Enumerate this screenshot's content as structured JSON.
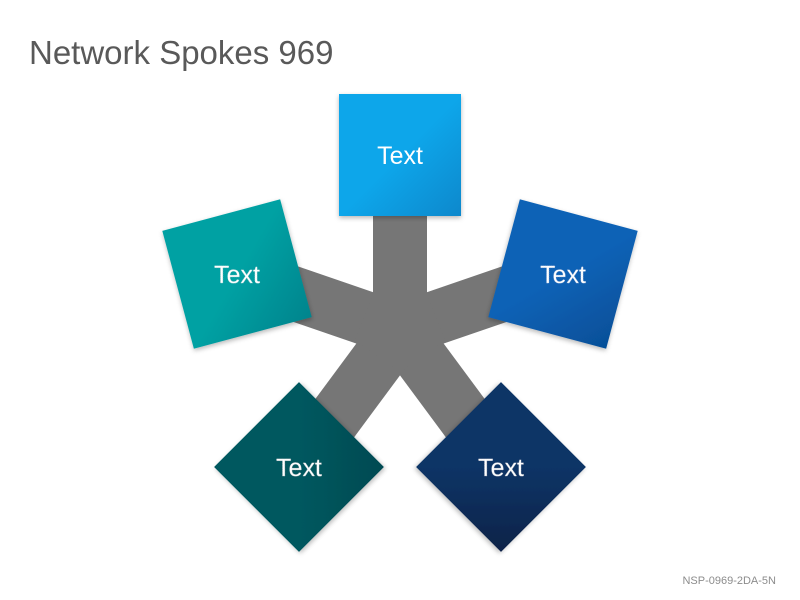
{
  "title": "Network Spokes 969",
  "footer_code": "NSP-0969-2DA-5N",
  "hub": {
    "color": "#767676"
  },
  "nodes": [
    {
      "label": "Text",
      "color_top": "#10a6ea",
      "color_bottom": "#0b88cc"
    },
    {
      "label": "Text",
      "color_top": "#0a62b6",
      "color_bottom": "#064f98"
    },
    {
      "label": "Text",
      "color_top": "#0d3466",
      "color_bottom": "#082348"
    },
    {
      "label": "Text",
      "color_top": "#04585f",
      "color_bottom": "#034a52"
    },
    {
      "label": "Text",
      "color_top": "#05a1a3",
      "color_bottom": "#03848d"
    }
  ]
}
